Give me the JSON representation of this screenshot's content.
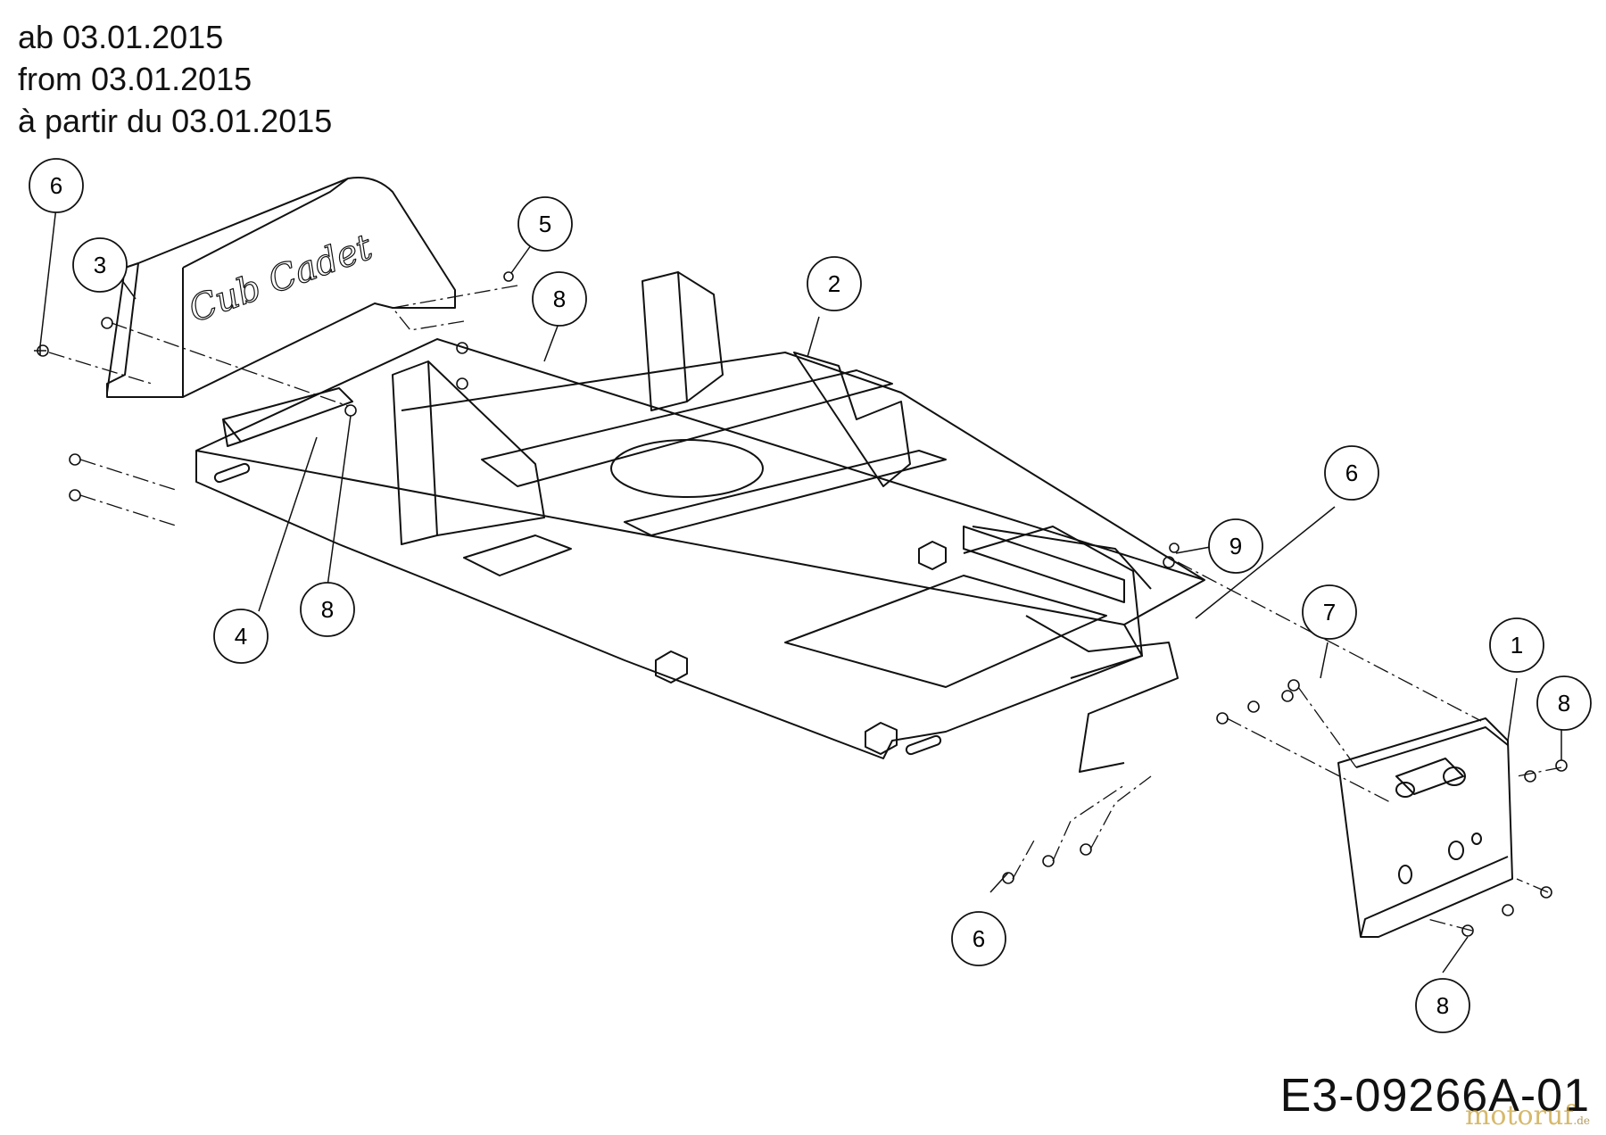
{
  "header": {
    "line_de": "ab 03.01.2015",
    "line_en": "from 03.01.2015",
    "line_fr": "à partir du 03.01.2015"
  },
  "drawing_code": "E3-09266A-01",
  "logo_text": "motoruf",
  "logo_suffix": ".de",
  "colors": {
    "line": "#111111",
    "background": "#ffffff",
    "logo": "#c9a23a"
  },
  "callouts": [
    {
      "id": "c6a",
      "number": "6"
    },
    {
      "id": "c3",
      "number": "3"
    },
    {
      "id": "c5",
      "number": "5"
    },
    {
      "id": "c8a",
      "number": "8"
    },
    {
      "id": "c2",
      "number": "2"
    },
    {
      "id": "c4",
      "number": "4"
    },
    {
      "id": "c8b",
      "number": "8"
    },
    {
      "id": "c6b",
      "number": "6"
    },
    {
      "id": "c9",
      "number": "9"
    },
    {
      "id": "c7",
      "number": "7"
    },
    {
      "id": "c1",
      "number": "1"
    },
    {
      "id": "c8c",
      "number": "8"
    },
    {
      "id": "c6c",
      "number": "6"
    },
    {
      "id": "c8d",
      "number": "8"
    }
  ]
}
